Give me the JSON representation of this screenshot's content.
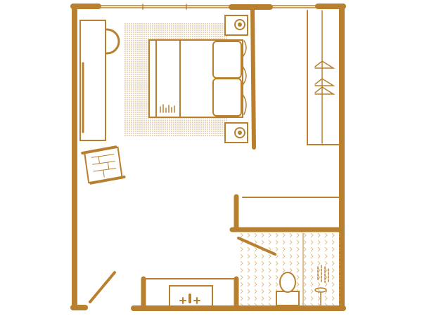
{
  "plan": {
    "colors": {
      "ink": "#b8802e",
      "background": "#ffffff"
    },
    "rooms": [
      "bedroom",
      "closet",
      "bathroom"
    ],
    "furniture": [
      "bed",
      "pillows",
      "nightstands",
      "rug",
      "desk",
      "desk-chair",
      "armchair",
      "wardrobe-hangers",
      "vanity-sink",
      "toilet",
      "shower",
      "doors",
      "windows"
    ]
  }
}
